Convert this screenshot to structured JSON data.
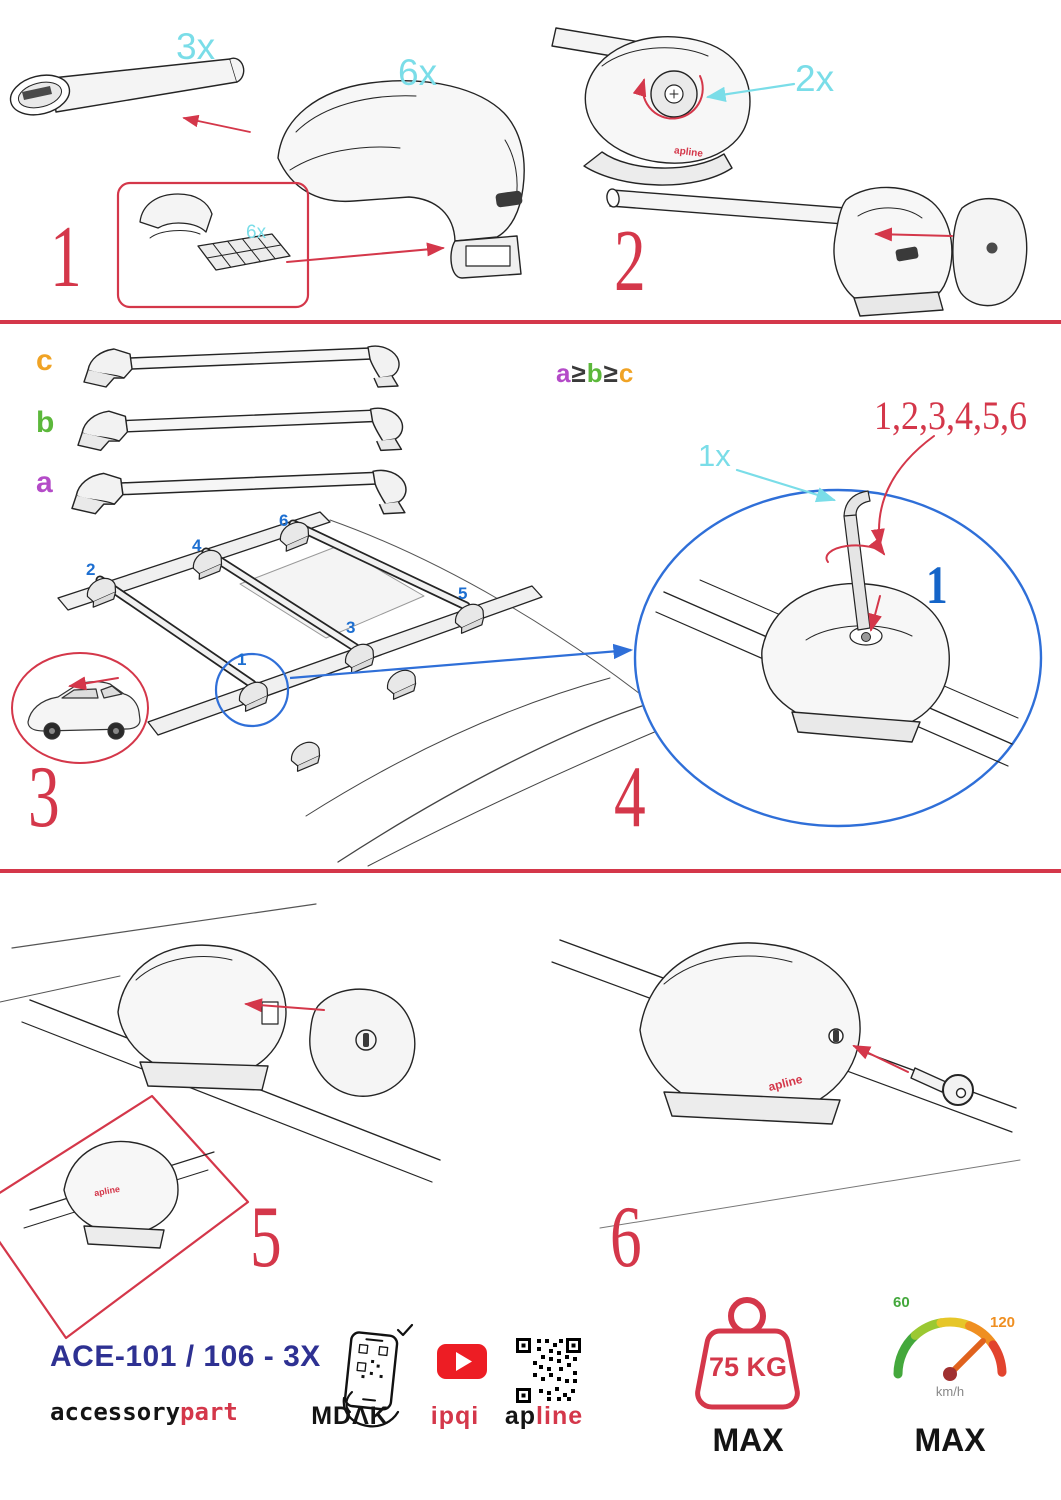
{
  "colors": {
    "red": "#d4374a",
    "cyan": "#7adde8",
    "blue": "#1d6fd1",
    "circle_blue": "#2f6fd8",
    "navy": "#2e3192",
    "purple": "#b44bc8",
    "green": "#5cb83b",
    "orange": "#f0a325",
    "youtube_red": "#ed1d24",
    "gauge_green": "#44a83c",
    "gauge_orange": "#ef8f21",
    "ink": "#242424"
  },
  "steps": {
    "s1": {
      "num": "1",
      "bar_qty": "3x",
      "foot_qty": "6x",
      "pad_qty": "6x"
    },
    "s2": {
      "num": "2",
      "cover_qty": "2x"
    },
    "s3": {
      "num": "3",
      "size_a": "a",
      "size_b": "b",
      "size_c": "c",
      "rule_a": "a",
      "rule_gte1": "≥",
      "rule_b": "b",
      "rule_gte2": "≥",
      "rule_c": "c",
      "positions": [
        "1",
        "2",
        "3",
        "4",
        "5",
        "6"
      ]
    },
    "s4": {
      "num": "4",
      "sequence": "1,2,3,4,5,6",
      "tool_qty": "1x",
      "highlight": "1"
    },
    "s5": {
      "num": "5"
    },
    "s6": {
      "num": "6"
    }
  },
  "brand_mark": "apline",
  "footer": {
    "model": "ACE-101 / 106 - 3X",
    "brand_black": "accessory",
    "brand_red": "part",
    "mdak": "MDΛK",
    "ipqi": "ipqi",
    "apline_black": "ap",
    "apline_red": "line",
    "weight_value": "75 KG",
    "weight_max": "MAX",
    "speed_low": "60",
    "speed_high": "120",
    "speed_unit": "km/h",
    "speed_max": "MAX"
  }
}
